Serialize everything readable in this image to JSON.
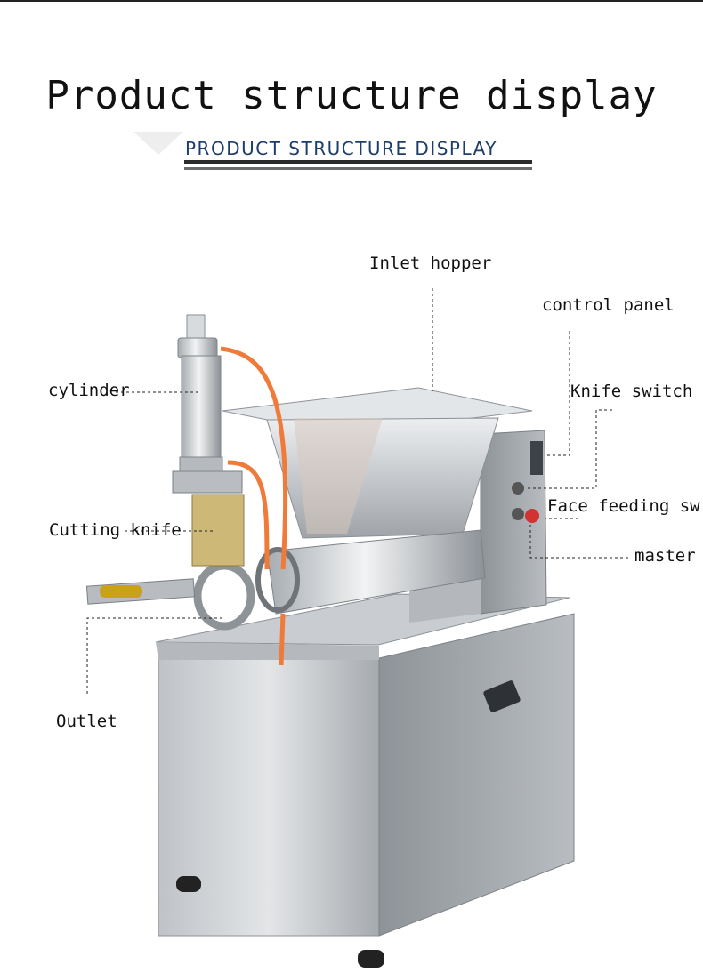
{
  "header": {
    "title": "Product structure display",
    "subtitle": "PRODUCT STRUCTURE DISPLAY"
  },
  "labels": {
    "inlet_hopper": "Inlet hopper",
    "control_panel": "control panel",
    "cylinder": "cylinder",
    "knife_switch": "Knife switch",
    "cutting_knife": "Cutting knife",
    "face_feeding_switch": "Face feeding sw",
    "master": "master",
    "outlet": "Outlet"
  },
  "colors": {
    "steel_light": "#d9dcdf",
    "steel_mid": "#a9adb2",
    "steel_dark": "#6f7479",
    "hose": "#f07a3a",
    "brass": "#c8b26a",
    "subtitle": "#1e3d6b"
  }
}
